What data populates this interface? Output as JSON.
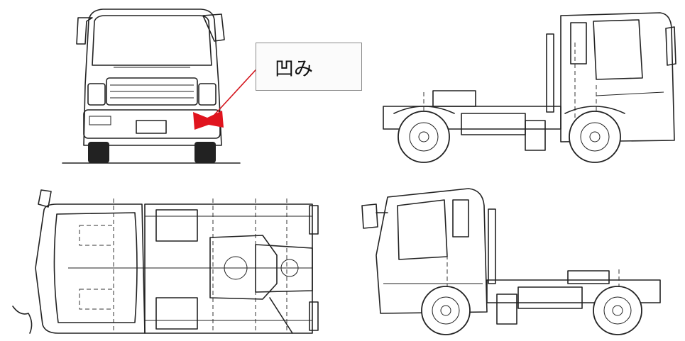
{
  "callout": {
    "label": "凹み",
    "marker_color": "#e0141e",
    "leader_color": "#d4141c"
  },
  "views": [
    {
      "name": "front-view",
      "damage_marked": true
    },
    {
      "name": "left-side-view",
      "damage_marked": false
    },
    {
      "name": "top-view",
      "damage_marked": false
    },
    {
      "name": "right-side-view",
      "damage_marked": false
    }
  ]
}
